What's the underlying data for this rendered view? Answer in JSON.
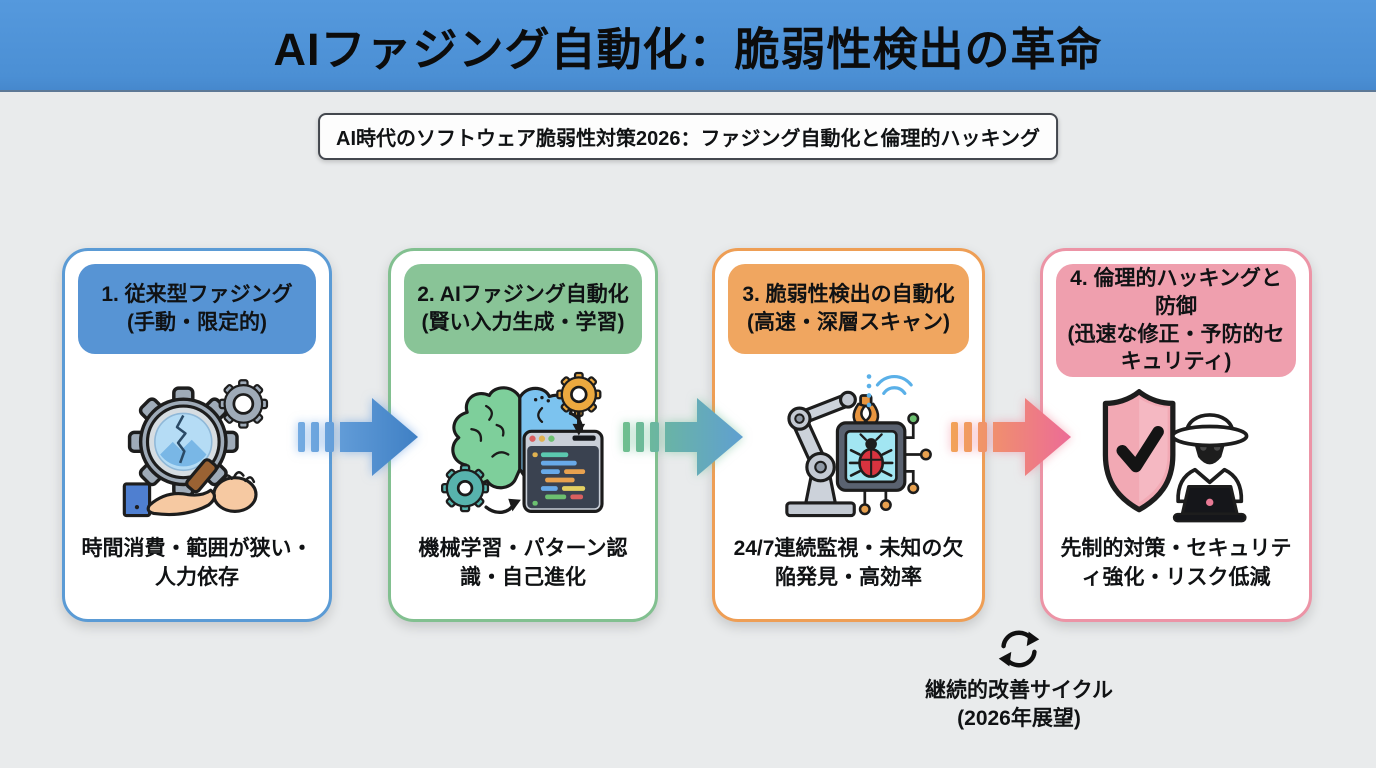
{
  "page": {
    "title": "AIファジング自動化：脆弱性検出の革命",
    "subtitle": "AI時代のソフトウェア脆弱性対策2026：ファジング自動化と倫理的ハッキング"
  },
  "colors": {
    "header_bar": "#4f93d9",
    "background": "#e9ebec",
    "title_text": "#0c0c0c"
  },
  "cards": [
    {
      "header_line1": "1. 従来型ファジング",
      "header_line2": "(手動・限定的)",
      "caption": "時間消費・範囲が狭い・人力依存",
      "accent": "#5b9bd5",
      "header_fill": "#5794d4",
      "icon": "magnifier-gear-hands-icon"
    },
    {
      "header_line1": "2. AIファジング自動化",
      "header_line2": "(賢い入力生成・学習)",
      "caption": "機械学習・パターン認識・自己進化",
      "accent": "#82c090",
      "header_fill": "#89c497",
      "icon": "ai-brain-code-icon"
    },
    {
      "header_line1": "3. 脆弱性検出の自動化",
      "header_line2": "(高速・深層スキャン)",
      "caption": "24/7連続監視・未知の欠陥発見・高効率",
      "accent": "#ee9e55",
      "header_fill": "#f0a660",
      "icon": "robot-arm-chip-bug-icon"
    },
    {
      "header_line1": "4. 倫理的ハッキングと防御",
      "header_line2": "(迅速な修正・予防的セキュリティ)",
      "caption": "先制的対策・セキュリティ強化・リスク低減",
      "accent": "#ec94a6",
      "header_fill": "#ef9fae",
      "icon": "shield-spy-hacker-icon"
    }
  ],
  "arrows": [
    {
      "name": "flow-arrow-1",
      "from": "#74abe2",
      "to": "#3e7fc4"
    },
    {
      "name": "flow-arrow-2",
      "from": "#6fbf8e",
      "to": "#5f9fd2"
    },
    {
      "name": "flow-arrow-3",
      "from": "#f2a358",
      "to": "#ec6a98"
    }
  ],
  "cycle_note": {
    "icon": "cycle-refresh-icon",
    "line1": "継続的改善サイクル",
    "line2": "(2026年展望)"
  }
}
